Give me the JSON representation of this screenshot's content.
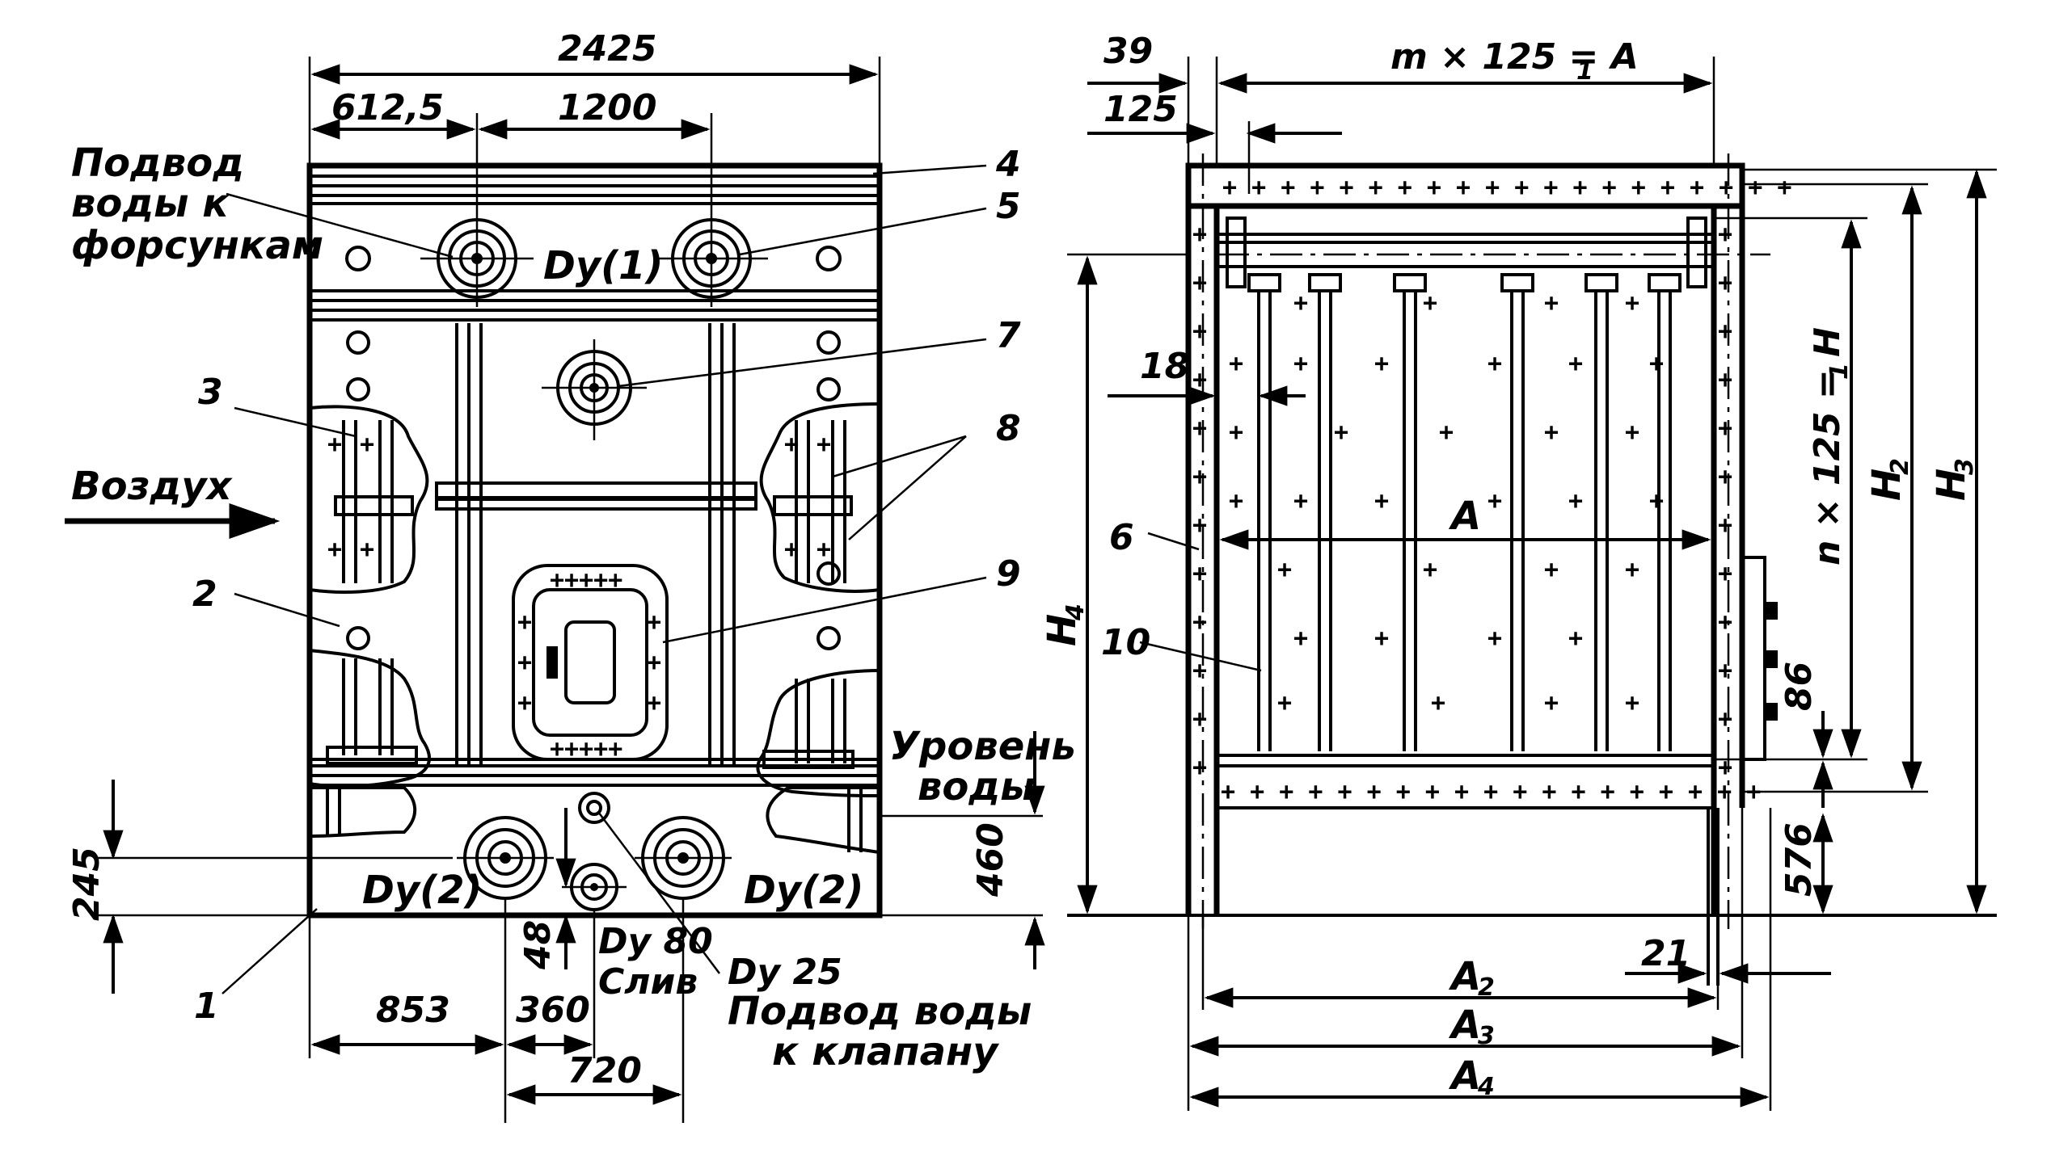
{
  "left_view": {
    "dims": {
      "overall_width": "2425",
      "offset": "612,5",
      "nozzle_pitch": "1200",
      "bottom_left": "853",
      "bottom_mid": "360",
      "bottom_span": "720",
      "height_245": "245",
      "height_48": "48",
      "water_level_height": "460"
    },
    "texts": {
      "nozzle_supply": [
        "Подвод",
        "воды к",
        "форсункам"
      ],
      "air": "Воздух",
      "water_level": [
        "Уровень",
        "воды"
      ],
      "dy1": "Dy(1)",
      "dy2_left": "Dy(2)",
      "dy2_right": "Dy(2)",
      "drain": [
        "Dy 80",
        "Слив"
      ],
      "valve_supply": [
        "Dy 25",
        "Подвод воды",
        "к клапану"
      ]
    },
    "callouts": {
      "c1": "1",
      "c2": "2",
      "c3": "3",
      "c4": "4",
      "c5": "5",
      "c7": "7",
      "c8": "8",
      "c9": "9"
    }
  },
  "right_view": {
    "dims": {
      "d39": "39",
      "top_formula": "m × 125 = A",
      "top_formula_sub": "1",
      "d125": "125",
      "d18": "18",
      "inner_width": "A",
      "d86": "86",
      "d576": "576",
      "d21": "21",
      "a2": "A",
      "a2_sub": "2",
      "a3": "A",
      "a3_sub": "3",
      "a4": "A",
      "a4_sub": "4",
      "h1_formula": "n × 125 = H",
      "h1_sub": "1",
      "h2": "H",
      "h2_sub": "2",
      "h3": "H",
      "h3_sub": "3",
      "h4": "H",
      "h4_sub": "4"
    },
    "callouts": {
      "c6": "6",
      "c10": "10"
    }
  }
}
